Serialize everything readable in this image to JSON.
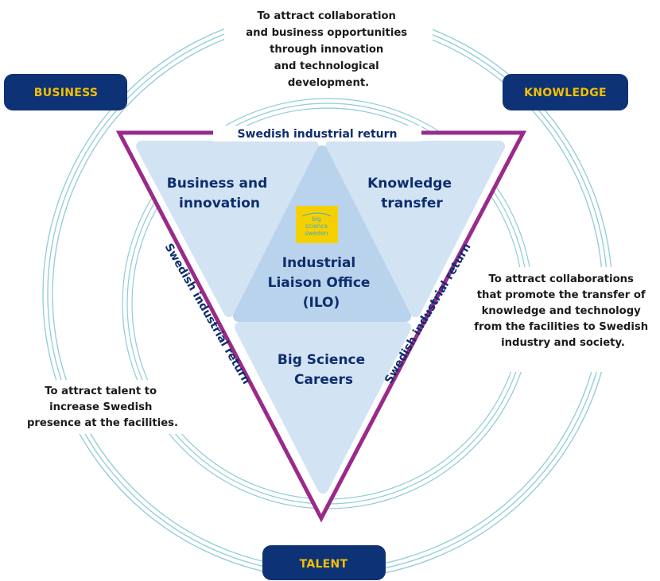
{
  "pills": {
    "business": "BUSINESS",
    "knowledge": "KNOWLEDGE",
    "talent": "TALENT"
  },
  "descriptions": {
    "top": [
      "To attract collaboration",
      "and business opportunities",
      "through innovation",
      "and technological",
      "development."
    ],
    "right": [
      "To attract collaborations",
      "that promote the transfer of",
      "knowledge and technology",
      "from the facilities to Swedish",
      "industry and society."
    ],
    "left": [
      "To attract talent to",
      "increase Swedish",
      "presence at the facilities."
    ]
  },
  "return_label": "Swedish industrial return",
  "triangles": {
    "business": [
      "Business and",
      "innovation"
    ],
    "knowledge": [
      "Knowledge",
      "transfer"
    ],
    "ilo": [
      "Industrial",
      "Liaison Office",
      "(ILO)"
    ],
    "careers": [
      "Big Science",
      "Careers"
    ]
  },
  "logo": [
    "big",
    "science",
    "sweden"
  ],
  "colors": {
    "navy": "#0d3275",
    "yellow": "#f5c000",
    "purple": "#9a2a8a",
    "ring": "#8fcbd8",
    "tri_light": "#d2e3f3",
    "tri_center": "#b9d3ec",
    "title": "#0d2d6e"
  }
}
